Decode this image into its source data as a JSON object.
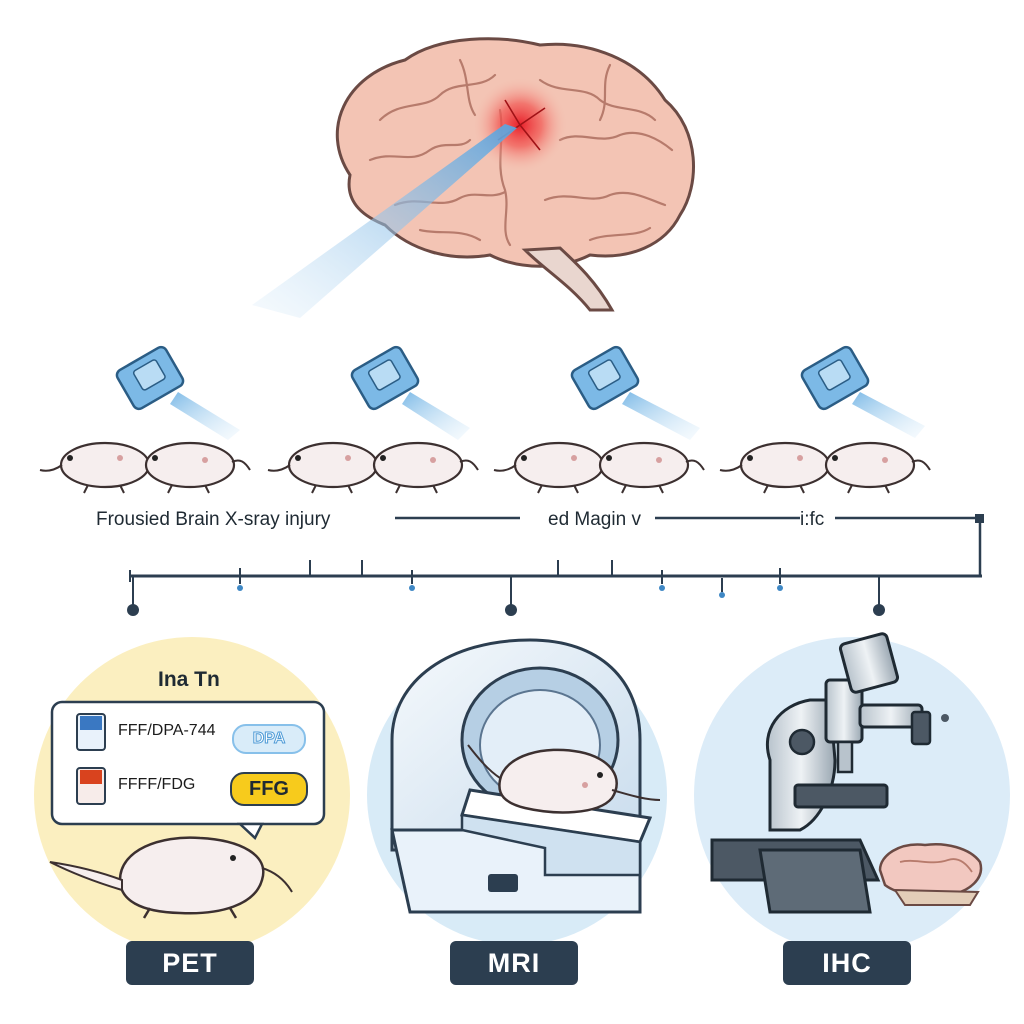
{
  "timeline": {
    "label_left": "Frousied Brain X-sray injury",
    "label_mid": "ed Magin v",
    "label_right": "i:fc"
  },
  "pet_panel": {
    "heading": "Ina Tn",
    "row1_text": "FFF/DPA-744",
    "row1_pill": "DPA",
    "row2_text": "FFFF/FDG",
    "row2_pill": "FFG"
  },
  "methods": {
    "pet": "PET",
    "mri": "MRI",
    "ihc": "IHC"
  },
  "colors": {
    "brain": "#f3c4b4",
    "lesion": "#e8202a",
    "beam": "#7ab7e6",
    "badge": "#2c3e50",
    "pet_circle": "#fbefc0",
    "mri_circle": "#d8ebf7",
    "ihc_circle": "#dcecf8"
  }
}
